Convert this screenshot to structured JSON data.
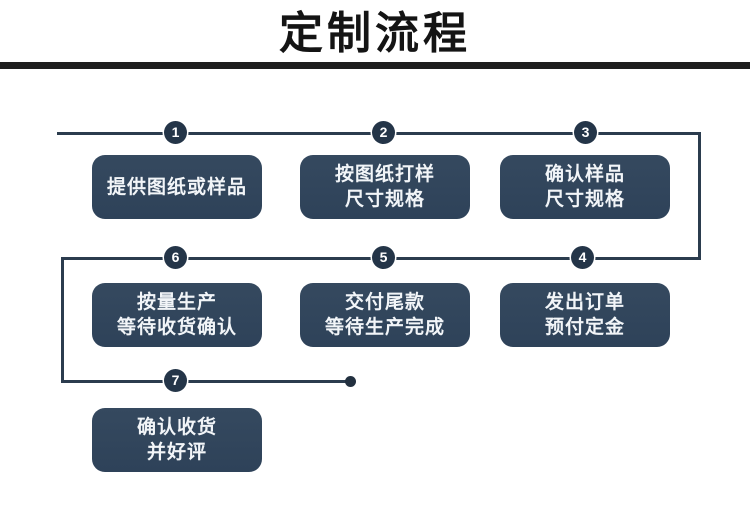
{
  "header": {
    "title": "定制流程",
    "rule_color": "#1e1e1e"
  },
  "theme": {
    "box_fill": "#33485e",
    "box_text": "#f2f5f8",
    "line_color": "#2b3c4e",
    "badge_fill": "#243548",
    "badge_text": "#ffffff",
    "background": "#ffffff"
  },
  "flow": {
    "steps": [
      {
        "number": "1",
        "line1": "提供图纸或样品",
        "line2": ""
      },
      {
        "number": "2",
        "line1": "按图纸打样",
        "line2": "尺寸规格"
      },
      {
        "number": "3",
        "line1": "确认样品",
        "line2": "尺寸规格"
      },
      {
        "number": "4",
        "line1": "发出订单",
        "line2": "预付定金"
      },
      {
        "number": "5",
        "line1": "交付尾款",
        "line2": "等待生产完成"
      },
      {
        "number": "6",
        "line1": "按量生产",
        "line2": "等待收货确认"
      },
      {
        "number": "7",
        "line1": "确认收货",
        "line2": "并好评"
      }
    ]
  }
}
